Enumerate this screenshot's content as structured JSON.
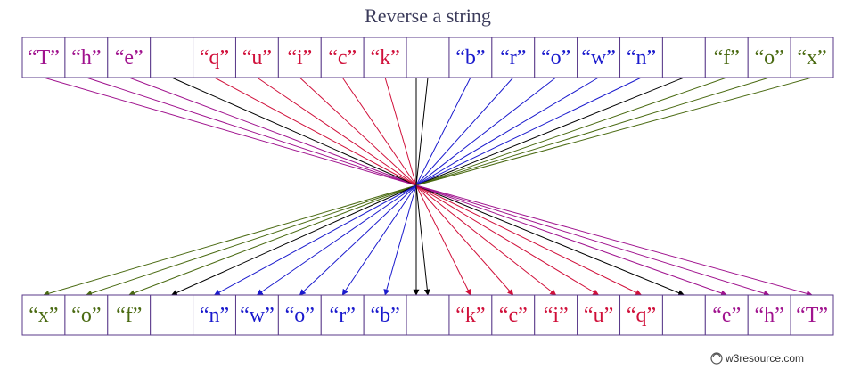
{
  "title": "Reverse a string",
  "top_row": [
    {
      "ch": "“T”",
      "color": "#a0138e"
    },
    {
      "ch": "“h”",
      "color": "#a0138e"
    },
    {
      "ch": "“e”",
      "color": "#a0138e"
    },
    {
      "ch": "",
      "color": "#000000"
    },
    {
      "ch": "“q”",
      "color": "#d0103a"
    },
    {
      "ch": "“u”",
      "color": "#d0103a"
    },
    {
      "ch": "“i”",
      "color": "#d0103a"
    },
    {
      "ch": "“c”",
      "color": "#d0103a"
    },
    {
      "ch": "“k”",
      "color": "#d0103a"
    },
    {
      "ch": "",
      "color": "#000000"
    },
    {
      "ch": "“b”",
      "color": "#1a1acd"
    },
    {
      "ch": "“r”",
      "color": "#1a1acd"
    },
    {
      "ch": "“o”",
      "color": "#1a1acd"
    },
    {
      "ch": "“w”",
      "color": "#1a1acd"
    },
    {
      "ch": "“n”",
      "color": "#1a1acd"
    },
    {
      "ch": "",
      "color": "#000000"
    },
    {
      "ch": "“f”",
      "color": "#4a6a12"
    },
    {
      "ch": "“o”",
      "color": "#4a6a12"
    },
    {
      "ch": "“x”",
      "color": "#4a6a12"
    }
  ],
  "bottom_row": [
    {
      "ch": "“x”",
      "color": "#4a6a12"
    },
    {
      "ch": "“o”",
      "color": "#4a6a12"
    },
    {
      "ch": "“f”",
      "color": "#4a6a12"
    },
    {
      "ch": "",
      "color": "#000000"
    },
    {
      "ch": "“n”",
      "color": "#1a1acd"
    },
    {
      "ch": "“w”",
      "color": "#1a1acd"
    },
    {
      "ch": "“o”",
      "color": "#1a1acd"
    },
    {
      "ch": "“r”",
      "color": "#1a1acd"
    },
    {
      "ch": "“b”",
      "color": "#1a1acd"
    },
    {
      "ch": "",
      "color": "#000000"
    },
    {
      "ch": "“k”",
      "color": "#d0103a"
    },
    {
      "ch": "“c”",
      "color": "#d0103a"
    },
    {
      "ch": "“i”",
      "color": "#d0103a"
    },
    {
      "ch": "“u”",
      "color": "#d0103a"
    },
    {
      "ch": "“q”",
      "color": "#d0103a"
    },
    {
      "ch": "",
      "color": "#000000"
    },
    {
      "ch": "“e”",
      "color": "#a0138e"
    },
    {
      "ch": "“h”",
      "color": "#a0138e"
    },
    {
      "ch": "“T”",
      "color": "#a0138e"
    }
  ],
  "watermark": "w3resource.com"
}
